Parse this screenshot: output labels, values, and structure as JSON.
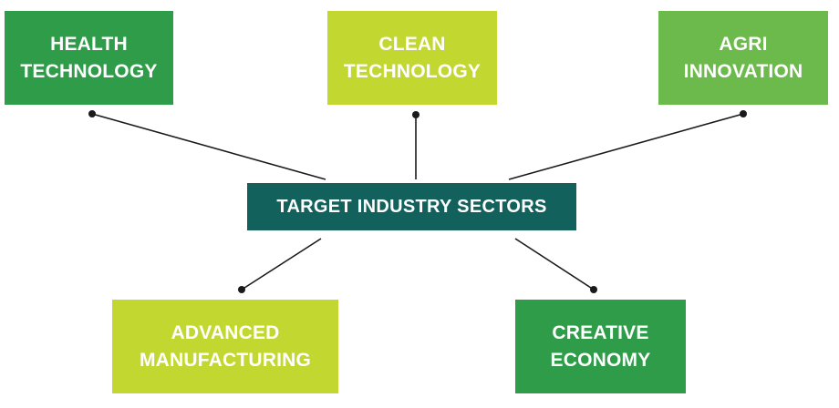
{
  "center": {
    "label": "TARGET INDUSTRY SECTORS",
    "color": "#13615c"
  },
  "sectors": [
    {
      "id": "health-technology",
      "lines": [
        "HEALTH",
        "TECHNOLOGY"
      ],
      "color": "#2f9c49"
    },
    {
      "id": "clean-technology",
      "lines": [
        "CLEAN",
        "TECHNOLOGY"
      ],
      "color": "#c2d72f"
    },
    {
      "id": "agri-innovation",
      "lines": [
        "AGRI",
        "INNOVATION"
      ],
      "color": "#6cba4b"
    },
    {
      "id": "advanced-manufacturing",
      "lines": [
        "ADVANCED",
        "MANUFACTURING"
      ],
      "color": "#c2d72f"
    },
    {
      "id": "creative-economy",
      "lines": [
        "CREATIVE",
        "ECONOMY"
      ],
      "color": "#2f9c49"
    }
  ],
  "connector_color": "#1a1a1a"
}
